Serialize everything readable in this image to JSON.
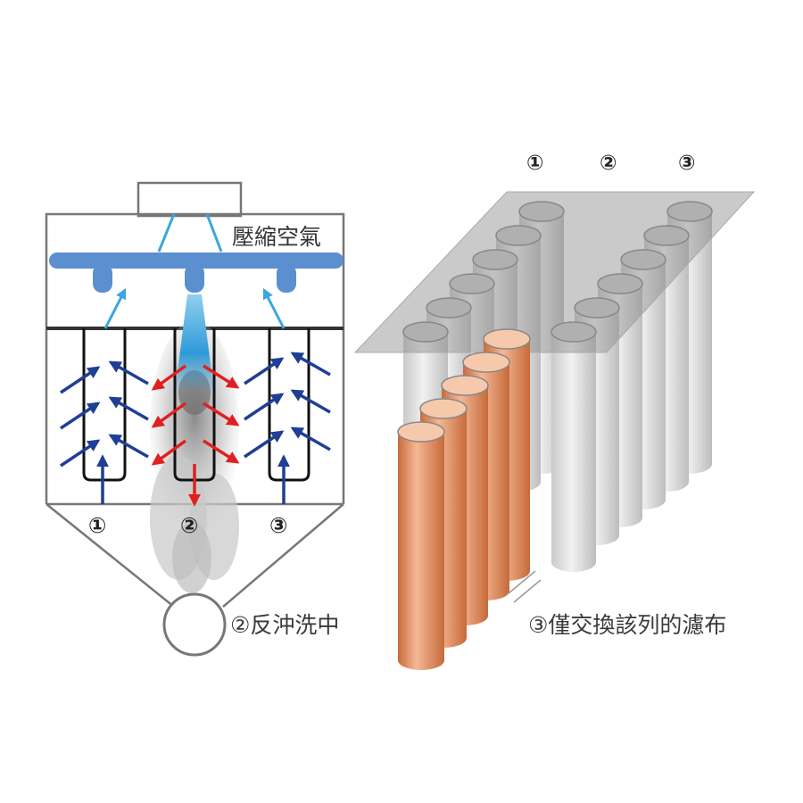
{
  "left_diagram": {
    "compressed_air_label": "壓縮空氣",
    "compartment_labels": [
      "①",
      "②",
      "③"
    ],
    "caption": "②反沖洗中"
  },
  "right_diagram": {
    "row_labels": [
      "①",
      "②",
      "③"
    ],
    "caption": "③僅交換該列的濾布"
  },
  "colors": {
    "air_pipe": "#5b8fcf",
    "airflow_filtering": "#1f3f94",
    "airflow_backwash": "#e02020",
    "jet": "#4aa8dd",
    "replaced_bag": "#d9875a",
    "existing_bag": "#d7d7d7"
  }
}
